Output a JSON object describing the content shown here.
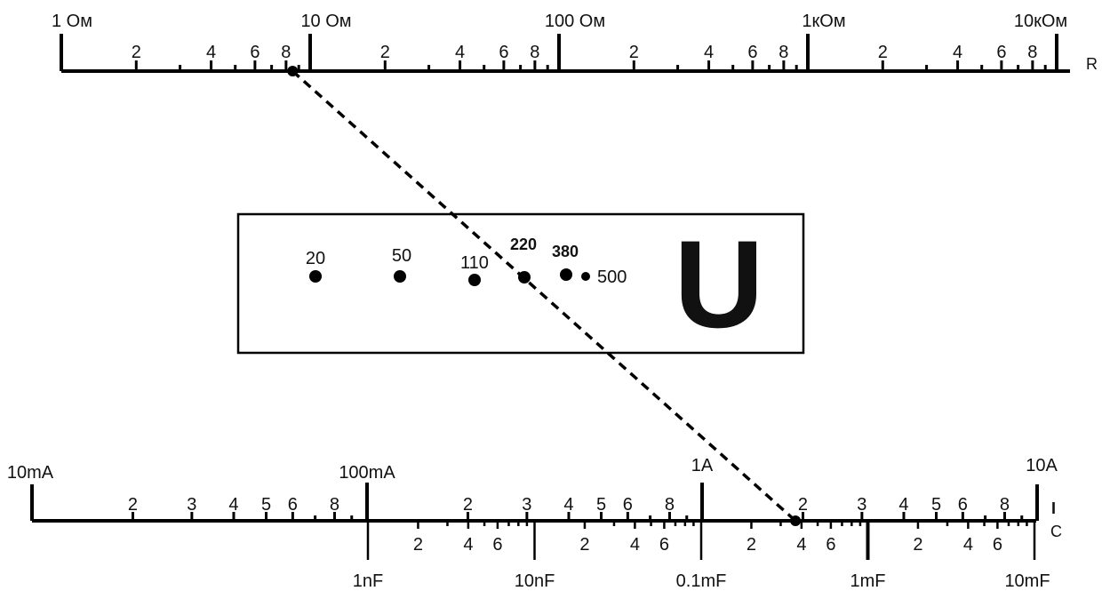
{
  "scale_r": {
    "axis_label": "R",
    "unit": "Ом",
    "decades": [
      "1 Ом",
      "10 Ом",
      "100 Ом",
      "1кОм",
      "10кОм"
    ],
    "minor_labels": [
      "2",
      "4",
      "6",
      "8"
    ]
  },
  "scale_i": {
    "axis_label": "I",
    "unit": "A",
    "decades": [
      "10mA",
      "100mA",
      "1A",
      "10A"
    ],
    "minor_labels": [
      "2",
      "3",
      "4",
      "5",
      "6",
      "8"
    ]
  },
  "scale_c": {
    "axis_label": "C",
    "unit": "F",
    "decades": [
      "1nF",
      "10nF",
      "0.1mF",
      "1mF",
      "10mF"
    ],
    "minor_labels": [
      "2",
      "4",
      "6"
    ]
  },
  "voltage_panel": {
    "symbol": "U",
    "points": [
      {
        "label": "20",
        "value": 20
      },
      {
        "label": "50",
        "value": 50
      },
      {
        "label": "110",
        "value": 110
      },
      {
        "label": "220",
        "value": 220
      },
      {
        "label": "380",
        "value": 380
      },
      {
        "label": "500",
        "value": 500
      }
    ]
  },
  "example_line": {
    "from_resistance_ohm": 8.5,
    "to_current_a": 1.9,
    "to_capacitance_mf": 0.4,
    "style": "dashed"
  }
}
